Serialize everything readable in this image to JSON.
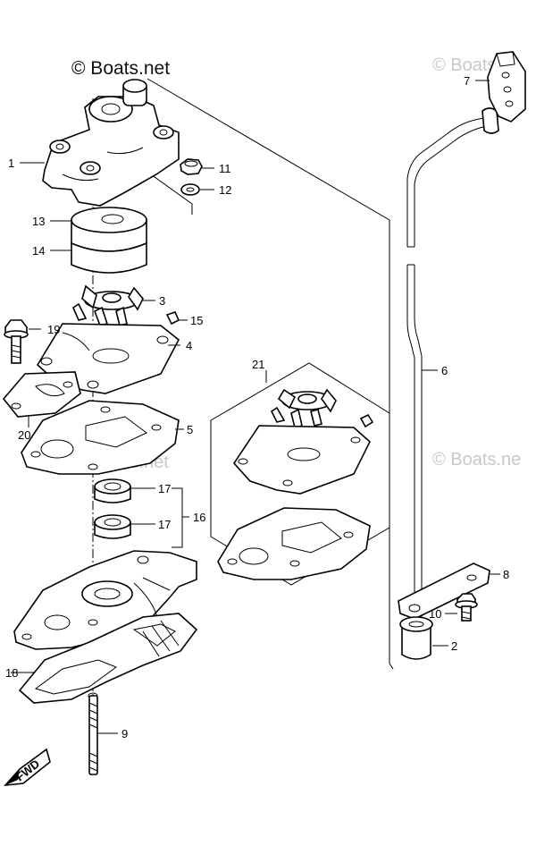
{
  "watermarks": {
    "primary": "© Boats.net",
    "top_right": "© Boats.n",
    "middle": "© Boats.net",
    "right": "© Boats.ne"
  },
  "direction_badge": "FWD",
  "part_labels": [
    {
      "id": "1",
      "text": "1"
    },
    {
      "id": "2",
      "text": "2"
    },
    {
      "id": "3",
      "text": "3"
    },
    {
      "id": "4",
      "text": "4"
    },
    {
      "id": "5",
      "text": "5"
    },
    {
      "id": "6",
      "text": "6"
    },
    {
      "id": "7",
      "text": "7"
    },
    {
      "id": "8",
      "text": "8"
    },
    {
      "id": "9",
      "text": "9"
    },
    {
      "id": "10",
      "text": "10"
    },
    {
      "id": "11",
      "text": "11"
    },
    {
      "id": "12",
      "text": "12"
    },
    {
      "id": "13",
      "text": "13"
    },
    {
      "id": "14",
      "text": "14"
    },
    {
      "id": "15",
      "text": "15"
    },
    {
      "id": "16",
      "text": "16"
    },
    {
      "id": "17a",
      "text": "17"
    },
    {
      "id": "17b",
      "text": "17"
    },
    {
      "id": "18",
      "text": "18"
    },
    {
      "id": "19",
      "text": "19"
    },
    {
      "id": "20",
      "text": "20"
    },
    {
      "id": "21",
      "text": "21"
    }
  ]
}
